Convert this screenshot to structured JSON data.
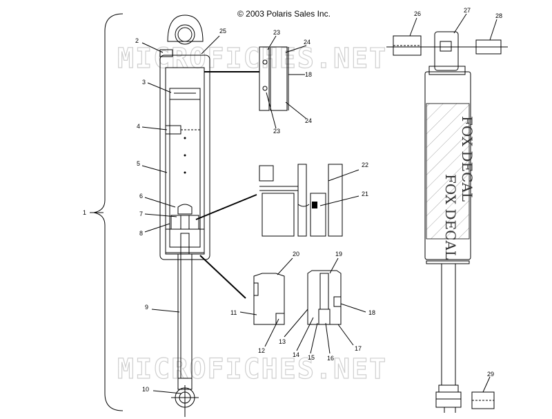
{
  "copyright": "© 2003 Polaris Sales Inc.",
  "watermark": "MICROFICHES.NET",
  "decal_text_1": "FOX DECAL",
  "decal_text_2": "FOX DECAL",
  "callouts": [
    {
      "id": "1",
      "label": "1"
    },
    {
      "id": "2",
      "label": "2"
    },
    {
      "id": "3",
      "label": "3"
    },
    {
      "id": "4",
      "label": "4"
    },
    {
      "id": "5",
      "label": "5"
    },
    {
      "id": "6",
      "label": "6"
    },
    {
      "id": "7",
      "label": "7"
    },
    {
      "id": "8",
      "label": "8"
    },
    {
      "id": "9",
      "label": "9"
    },
    {
      "id": "10",
      "label": "10"
    },
    {
      "id": "11",
      "label": "11"
    },
    {
      "id": "12",
      "label": "12"
    },
    {
      "id": "13",
      "label": "13"
    },
    {
      "id": "14",
      "label": "14"
    },
    {
      "id": "15",
      "label": "15"
    },
    {
      "id": "16",
      "label": "16"
    },
    {
      "id": "17",
      "label": "17"
    },
    {
      "id": "18a",
      "label": "18"
    },
    {
      "id": "18b",
      "label": "18"
    },
    {
      "id": "19",
      "label": "19"
    },
    {
      "id": "20",
      "label": "20"
    },
    {
      "id": "21",
      "label": "21"
    },
    {
      "id": "22",
      "label": "22"
    },
    {
      "id": "23a",
      "label": "23"
    },
    {
      "id": "23b",
      "label": "23"
    },
    {
      "id": "24a",
      "label": "24"
    },
    {
      "id": "24b",
      "label": "24"
    },
    {
      "id": "25",
      "label": "25"
    },
    {
      "id": "26",
      "label": "26"
    },
    {
      "id": "27",
      "label": "27"
    },
    {
      "id": "28",
      "label": "28"
    },
    {
      "id": "29",
      "label": "29"
    }
  ]
}
